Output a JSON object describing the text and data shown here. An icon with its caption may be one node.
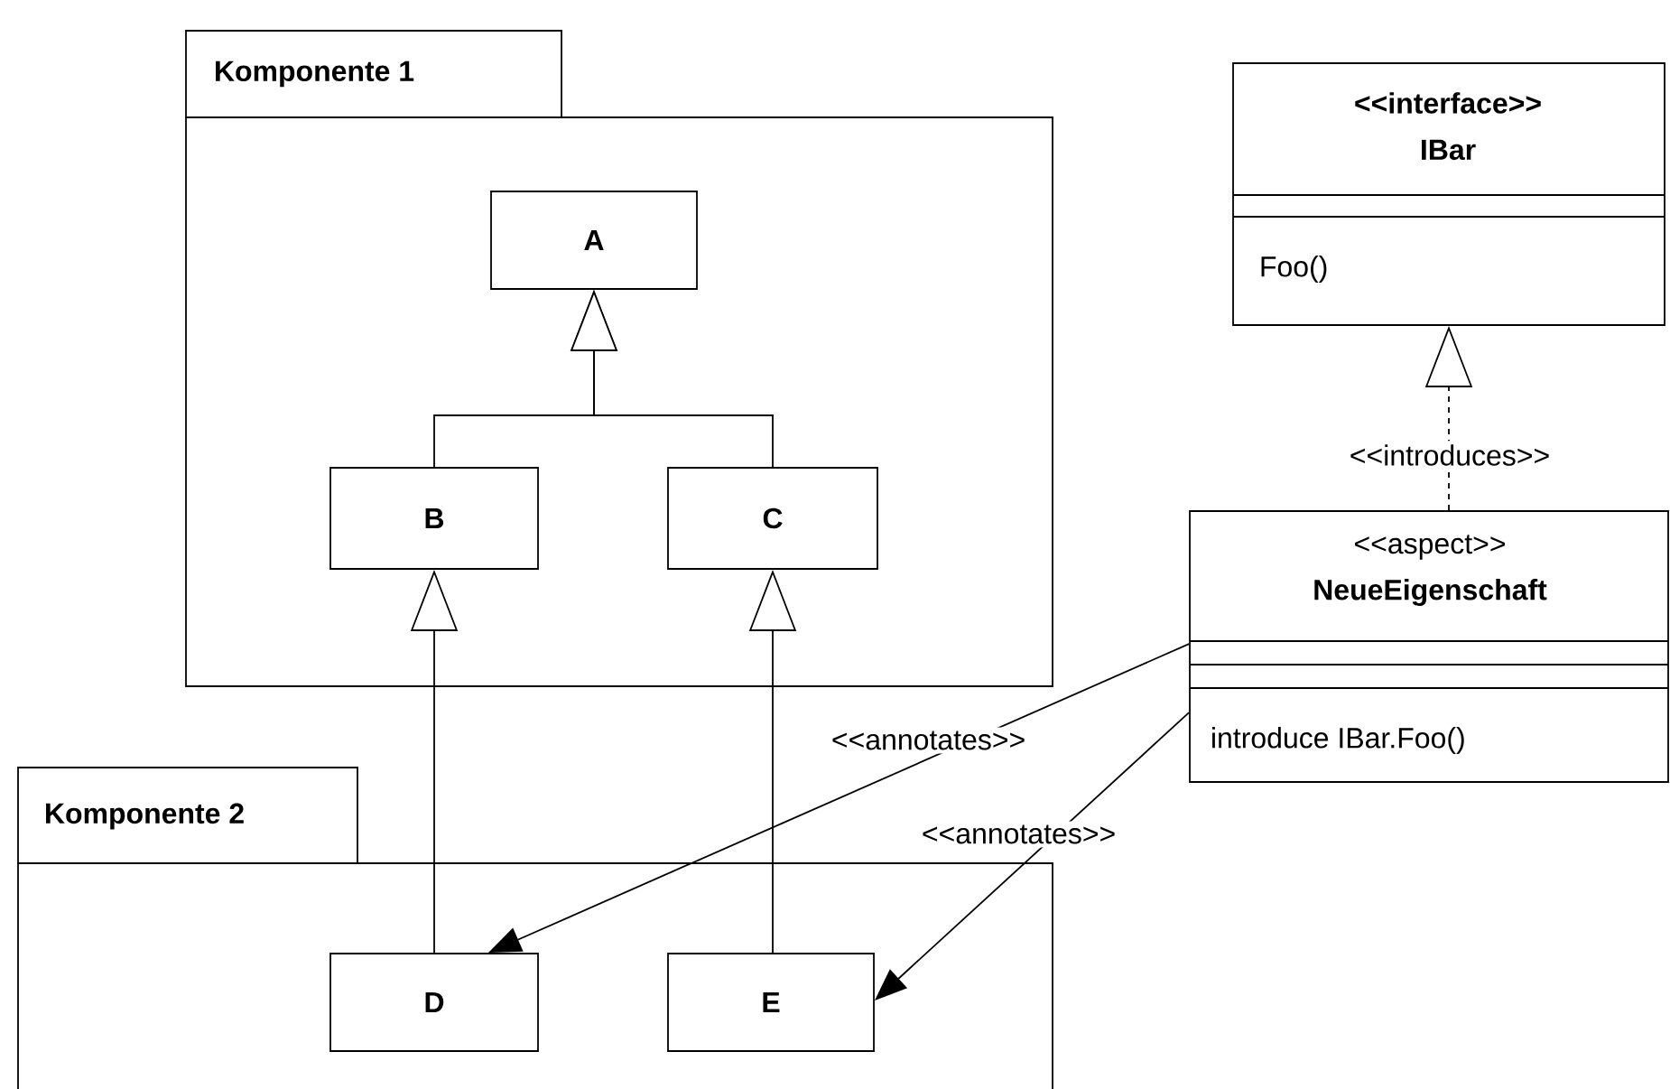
{
  "diagram": {
    "nodes": [
      {
        "text": [
          "Komponente 1"
        ]
      },
      {
        "text": [
          "A"
        ],
        "in": 0
      },
      {
        "text": [
          "B"
        ],
        "in": 0
      },
      {
        "text": [
          "C"
        ],
        "in": 0
      },
      {
        "text": [
          "Komponente 2"
        ]
      },
      {
        "text": [
          "D"
        ],
        "in": 4
      },
      {
        "text": [
          "E"
        ],
        "in": 4
      },
      {
        "text": [
          "<<interface>>",
          "IBar",
          "Foo()"
        ]
      },
      {
        "text": [
          "<<aspect>>",
          "NeueEigenschaft",
          "introduce IBar.Foo()"
        ]
      }
    ],
    "edges": [
      {
        "from": 2,
        "to": 1,
        "arrow": "to"
      },
      {
        "from": 3,
        "to": 1,
        "arrow": "to"
      },
      {
        "from": 5,
        "to": 2,
        "arrow": "to"
      },
      {
        "from": 6,
        "to": 3,
        "arrow": "to"
      },
      {
        "from": 8,
        "to": 7,
        "arrow": "to",
        "style": "dashed",
        "label": "<<introduces>>"
      },
      {
        "from": 8,
        "to": 5,
        "arrow": "to",
        "label": "<<annotates>>"
      },
      {
        "from": 8,
        "to": 6,
        "arrow": "to",
        "label": "<<annotates>>"
      }
    ]
  }
}
